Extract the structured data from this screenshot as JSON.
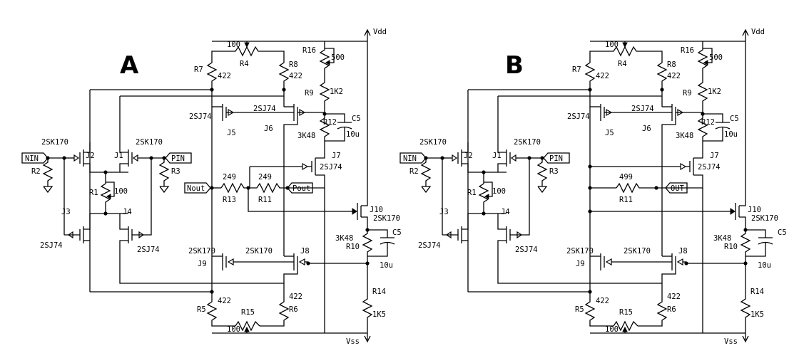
{
  "schematics": [
    {
      "title": "A",
      "supplies": {
        "vdd": "Vdd",
        "vss": "Vss"
      },
      "resistors": {
        "R1": {
          "ref": "R1",
          "value": "100"
        },
        "R2": {
          "ref": "R2"
        },
        "R3": {
          "ref": "R3"
        },
        "R4": {
          "ref": "R4",
          "value": "100"
        },
        "R5": {
          "ref": "R5",
          "value": "422"
        },
        "R6": {
          "ref": "R6",
          "value": "422"
        },
        "R7": {
          "ref": "R7",
          "value": "422"
        },
        "R8": {
          "ref": "R8",
          "value": "422"
        },
        "R9": {
          "ref": "R9",
          "value": "1K2"
        },
        "R10": {
          "ref": "R10",
          "value": "3K48"
        },
        "R11": {
          "ref": "R11",
          "value": "249"
        },
        "R12": {
          "ref": "R12",
          "value": "3K48"
        },
        "R13": {
          "ref": "R13",
          "value": "249"
        },
        "R14": {
          "ref": "R14",
          "value": "1K5"
        },
        "R15": {
          "ref": "R15",
          "value": "100"
        },
        "R16": {
          "ref": "R16",
          "value": "500"
        }
      },
      "capacitors": {
        "C5a": {
          "ref": "C5",
          "value": "10u"
        },
        "C5b": {
          "ref": "C5",
          "value": "10u"
        }
      },
      "transistors": {
        "J1": {
          "ref": "J1",
          "part": "2SK170"
        },
        "J2": {
          "ref": "J2",
          "part": "2SK170"
        },
        "J3": {
          "ref": "J3",
          "part": "2SJ74"
        },
        "J4": {
          "ref": "J4",
          "part": "2SJ74"
        },
        "J5": {
          "ref": "J5",
          "part": "2SJ74"
        },
        "J6": {
          "ref": "J6",
          "part": "2SJ74"
        },
        "J7": {
          "ref": "J7",
          "part": "2SJ74"
        },
        "J8": {
          "ref": "J8",
          "part": "2SK170"
        },
        "J9": {
          "ref": "J9",
          "part": "2SK170"
        },
        "J10": {
          "ref": "J10",
          "part": "2SK170"
        }
      },
      "ports": {
        "nin": "NIN",
        "pin": "PIN",
        "nout": "Nout",
        "pout": "Pout"
      }
    },
    {
      "title": "B",
      "supplies": {
        "vdd": "Vdd",
        "vss": "Vss"
      },
      "resistors": {
        "R1": {
          "ref": "R1",
          "value": "100"
        },
        "R2": {
          "ref": "R2"
        },
        "R3": {
          "ref": "R3"
        },
        "R4": {
          "ref": "R4",
          "value": "100"
        },
        "R5": {
          "ref": "R5",
          "value": "422"
        },
        "R6": {
          "ref": "R6",
          "value": "422"
        },
        "R7": {
          "ref": "R7",
          "value": "422"
        },
        "R8": {
          "ref": "R8",
          "value": "422"
        },
        "R9": {
          "ref": "R9",
          "value": "1K2"
        },
        "R10": {
          "ref": "R10",
          "value": "3K48"
        },
        "R11": {
          "ref": "R11",
          "value": "499"
        },
        "R12": {
          "ref": "R12",
          "value": "3K48"
        },
        "R14": {
          "ref": "R14",
          "value": "1K5"
        },
        "R15": {
          "ref": "R15",
          "value": "100"
        },
        "R16": {
          "ref": "R16",
          "value": "500"
        }
      },
      "capacitors": {
        "C5a": {
          "ref": "C5",
          "value": "10u"
        },
        "C5b": {
          "ref": "C5",
          "value": "10u"
        }
      },
      "transistors": {
        "J1": {
          "ref": "J1",
          "part": "2SK170"
        },
        "J2": {
          "ref": "J2",
          "part": "2SK170"
        },
        "J3": {
          "ref": "J3",
          "part": "2SJ74"
        },
        "J4": {
          "ref": "J4",
          "part": "2SJ74"
        },
        "J5": {
          "ref": "J5",
          "part": "2SJ74"
        },
        "J6": {
          "ref": "J6",
          "part": "2SJ74"
        },
        "J7": {
          "ref": "J7",
          "part": "2SJ74"
        },
        "J8": {
          "ref": "J8",
          "part": "2SK170"
        },
        "J9": {
          "ref": "J9",
          "part": "2SK170"
        },
        "J10": {
          "ref": "J10",
          "part": "2SK170"
        }
      },
      "ports": {
        "nin": "NIN",
        "pin": "PIN",
        "out": "OUT"
      }
    }
  ]
}
